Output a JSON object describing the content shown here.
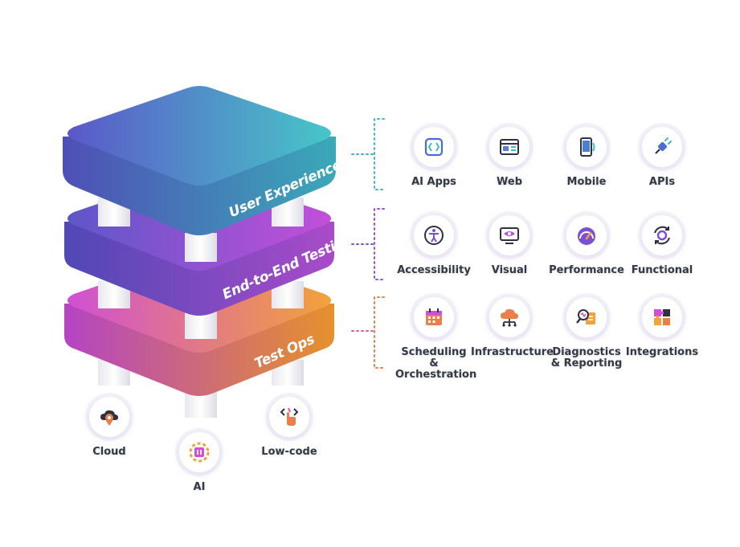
{
  "layers": [
    {
      "label": "User Experience",
      "color_start": "#5b58c9",
      "color_end": "#47c6c8"
    },
    {
      "label": "End-to-End Testing",
      "color_start": "#5d57c8",
      "color_end": "#c34fd9"
    },
    {
      "label": "Test Ops",
      "color_start": "#d04fd4",
      "color_end": "#f2a23a"
    }
  ],
  "groups": [
    {
      "items": [
        {
          "label": "AI Apps",
          "icon": "ai-apps-icon"
        },
        {
          "label": "Web",
          "icon": "web-browser-icon"
        },
        {
          "label": "Mobile",
          "icon": "mobile-phone-icon"
        },
        {
          "label": "APIs",
          "icon": "plug-icon"
        }
      ]
    },
    {
      "items": [
        {
          "label": "Accessibility",
          "icon": "accessibility-icon"
        },
        {
          "label": "Visual",
          "icon": "eye-monitor-icon"
        },
        {
          "label": "Performance",
          "icon": "gauge-icon"
        },
        {
          "label": "Functional",
          "icon": "gear-cycle-icon"
        }
      ]
    },
    {
      "items": [
        {
          "label": "Scheduling & Orchestration",
          "icon": "calendar-icon"
        },
        {
          "label": "Infrastructure",
          "icon": "cloud-network-icon"
        },
        {
          "label": "Diagnostics & Reporting",
          "icon": "magnifier-report-icon"
        },
        {
          "label": "Integrations",
          "icon": "puzzle-icon"
        }
      ]
    }
  ],
  "foundation": [
    {
      "label": "Cloud",
      "icon": "cloud-pin-icon"
    },
    {
      "label": "AI",
      "icon": "chip-gear-icon"
    },
    {
      "label": "Low-code",
      "icon": "code-hand-icon"
    }
  ],
  "colors": {
    "teal": "#3fbcc7",
    "purple": "#7b4fd6",
    "magenta": "#d04fd4",
    "orange": "#f2a23a",
    "dark": "#2d3142"
  }
}
